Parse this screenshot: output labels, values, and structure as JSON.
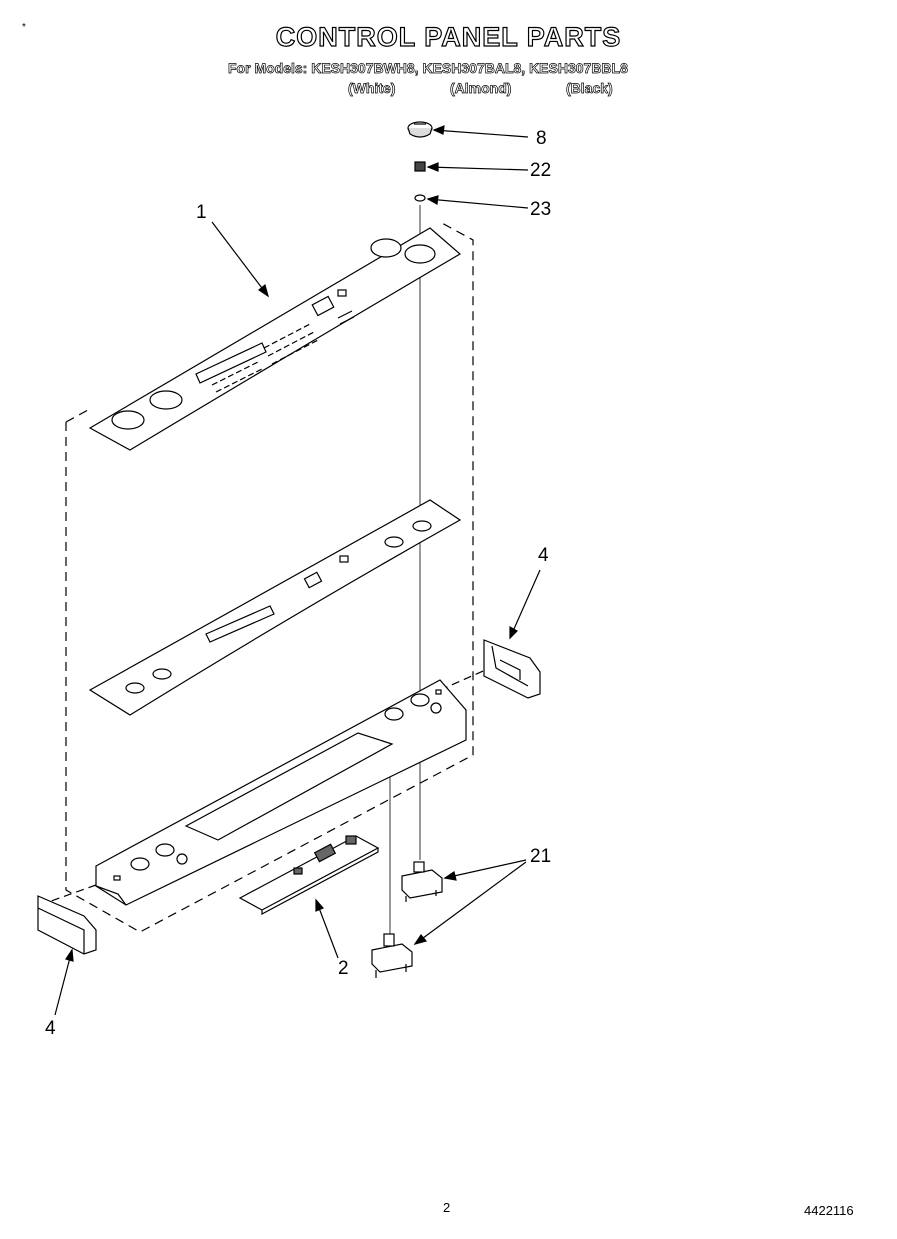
{
  "header": {
    "title": "CONTROL PANEL PARTS",
    "models_line": "For Models: KESH307BWH8, KESH307BAL8, KESH307BBL8",
    "colors": [
      "(White)",
      "(Almond)",
      "(Black)"
    ]
  },
  "callouts": {
    "knob": "8",
    "part_22": "22",
    "part_23": "23",
    "control_panel_overlay": "1",
    "end_cap_right": "4",
    "end_cap_left": "4",
    "switches": "21",
    "circuit_board": "2"
  },
  "footer": {
    "page_number": "2",
    "document_number": "4422116"
  }
}
